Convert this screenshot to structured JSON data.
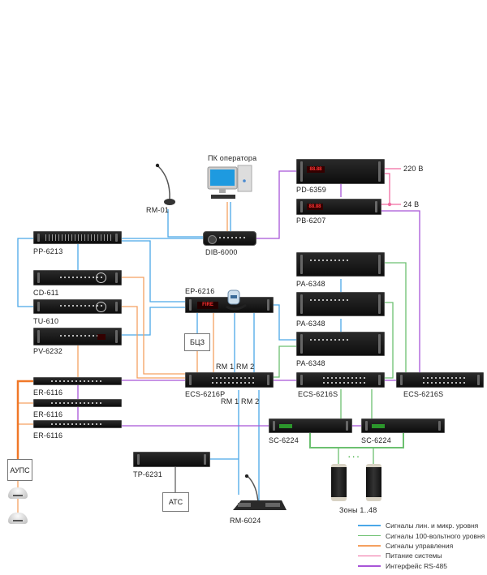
{
  "diagram": {
    "title": "Public address system connection diagram",
    "devices": {
      "rm01": "RM-01",
      "pc": "ПК оператора",
      "dib": "DIB-6000",
      "pd": "PD-6359",
      "pb": "PB-6207",
      "pp": "PP-6213",
      "cd": "CD-611",
      "tu": "TU-610",
      "pv": "PV-6232",
      "ep": "EP-6216",
      "ep_display": "FIRE",
      "pd_display": "88.88",
      "pa1": "PA-6348",
      "pa2": "PA-6348",
      "pa3": "PA-6348",
      "bcz": "БЦЗ",
      "ecsp": "ECS-6216P",
      "ecs1": "ECS-6216S",
      "ecs2": "ECS-6216S",
      "er1": "ER-6116",
      "er2": "ER-6116",
      "er3": "ER-6116",
      "sc1": "SC-6224",
      "sc2": "SC-6224",
      "tp": "TP-6231",
      "ats": "АТС",
      "aups": "АУПС",
      "rm6024": "RM-6024",
      "zones": "Зоны 1..48",
      "zones_ellipsis": ". . ."
    },
    "port_labels": {
      "rm_top": "RM 1  RM 2",
      "rm_bottom": "RM 1  RM 2"
    },
    "power_labels": {
      "v220": "220 В",
      "v24": "24 В"
    },
    "colors": {
      "line_signal": "#4aa8e8",
      "speaker_100v": "#6cc070",
      "control": "#f5a060",
      "control_strong": "#f07828",
      "power": "#f06aa0",
      "rs485": "#a855d8"
    },
    "legend": [
      {
        "label": "Сигналы лин. и микр. уровня",
        "color": "#4aa8e8"
      },
      {
        "label": "Сигналы 100-вольтного уровня",
        "color": "#6cc070"
      },
      {
        "label": "Сигналы управления",
        "color": "#f5a060"
      },
      {
        "label": "Питание системы",
        "color": "#f06aa0"
      },
      {
        "label": "Интерфейс RS-485",
        "color": "#a855d8"
      }
    ]
  }
}
